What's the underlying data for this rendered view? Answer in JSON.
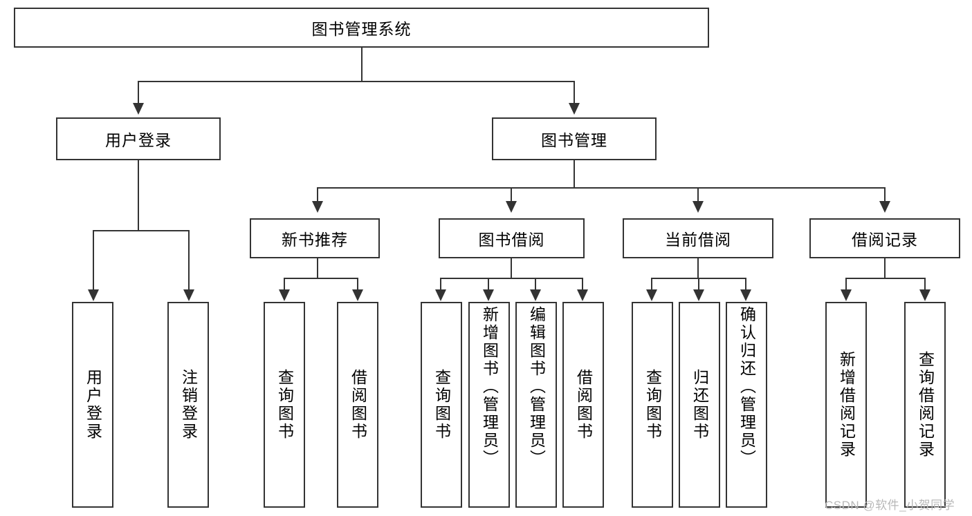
{
  "diagram": {
    "title": "图书管理系统",
    "type": "hierarchy-tree",
    "root": {
      "label": "图书管理系统"
    },
    "level2": [
      {
        "label": "用户登录"
      },
      {
        "label": "图书管理"
      }
    ],
    "level3": [
      {
        "label": "新书推荐"
      },
      {
        "label": "图书借阅"
      },
      {
        "label": "当前借阅"
      },
      {
        "label": "借阅记录"
      }
    ],
    "leaves": {
      "user_login": [
        {
          "label": "用户登录"
        },
        {
          "label": "注销登录"
        }
      ],
      "new_book_recommend": [
        {
          "label": "查询图书"
        },
        {
          "label": "借阅图书"
        }
      ],
      "book_borrow": [
        {
          "label": "查询图书"
        },
        {
          "label": "新增图书（管理员）"
        },
        {
          "label": "编辑图书（管理员）"
        },
        {
          "label": "借阅图书"
        }
      ],
      "current_borrow": [
        {
          "label": "查询图书"
        },
        {
          "label": "归还图书"
        },
        {
          "label": "确认归还（管理员）"
        }
      ],
      "borrow_record": [
        {
          "label": "新增借阅记录"
        },
        {
          "label": "查询借阅记录"
        }
      ]
    }
  },
  "watermark": {
    "text": "CSDN @软件_小贺同学"
  },
  "colors": {
    "stroke": "#333333",
    "background": "#ffffff",
    "text": "#000000",
    "watermark": "#b8b8b8"
  }
}
